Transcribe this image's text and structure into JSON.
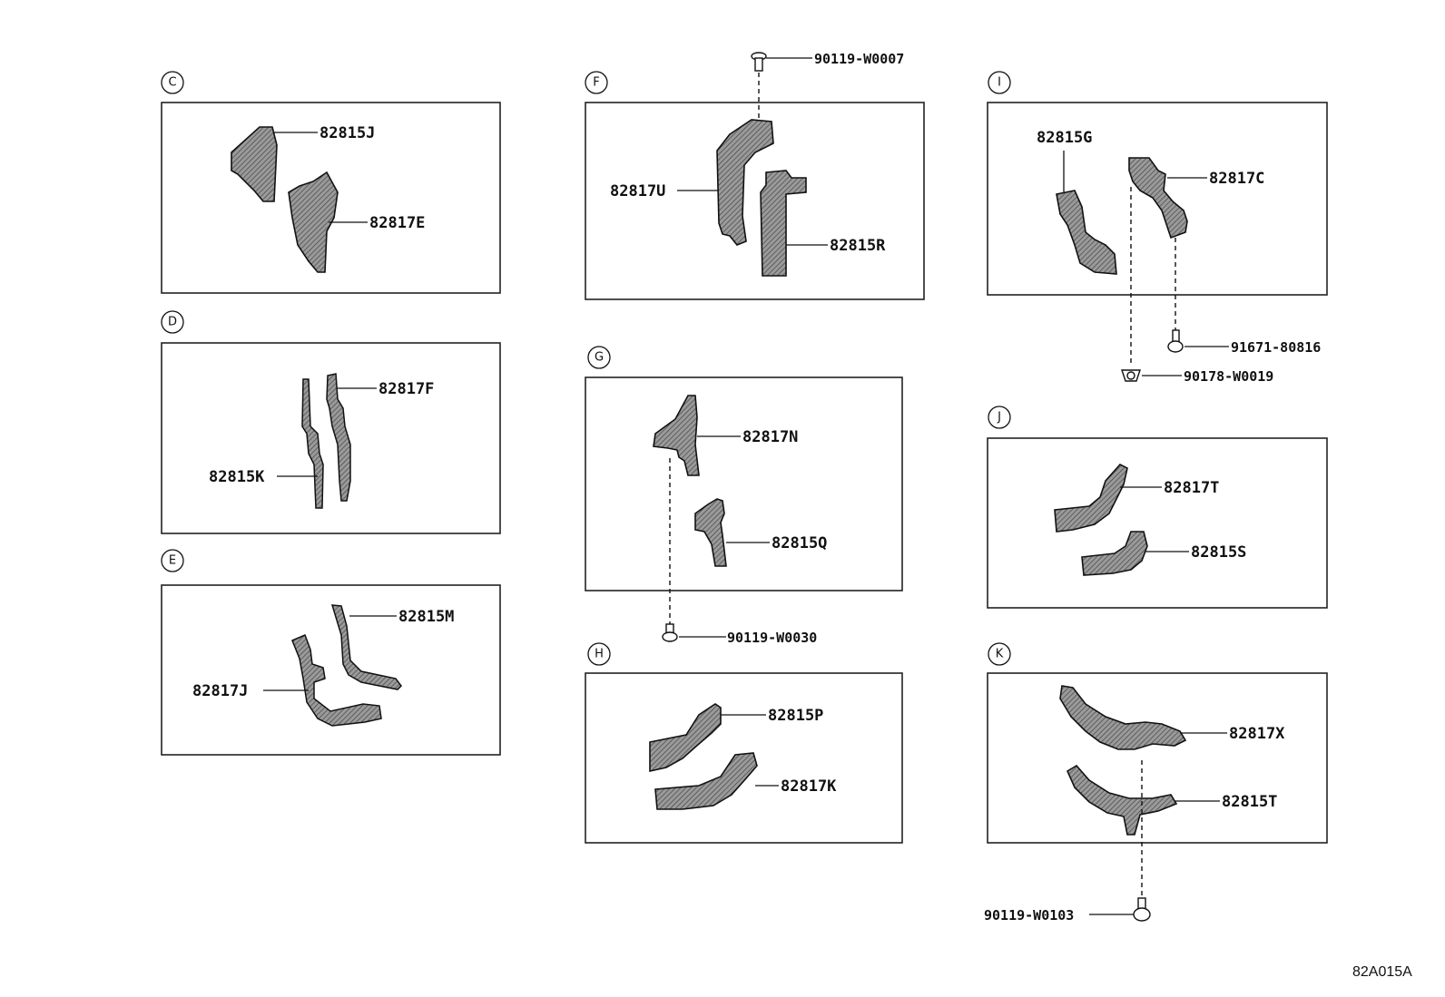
{
  "sections": {
    "C": {
      "letter": "C",
      "parts": [
        "82815J",
        "82817E"
      ]
    },
    "D": {
      "letter": "D",
      "parts": [
        "82817F",
        "82815K"
      ]
    },
    "E": {
      "letter": "E",
      "parts": [
        "82815M",
        "82817J"
      ]
    },
    "F": {
      "letter": "F",
      "parts": [
        "82817U",
        "82815R"
      ],
      "fasteners": [
        "90119-W0007"
      ]
    },
    "G": {
      "letter": "G",
      "parts": [
        "82817N",
        "82815Q"
      ],
      "fasteners": [
        "90119-W0030"
      ]
    },
    "H": {
      "letter": "H",
      "parts": [
        "82815P",
        "82817K"
      ]
    },
    "I": {
      "letter": "I",
      "parts": [
        "82815G",
        "82817C"
      ],
      "fasteners": [
        "91671-80816",
        "90178-W0019"
      ]
    },
    "J": {
      "letter": "J",
      "parts": [
        "82817T",
        "82815S"
      ]
    },
    "K": {
      "letter": "K",
      "parts": [
        "82817X",
        "82815T"
      ],
      "fasteners": [
        "90119-W0103"
      ]
    }
  },
  "diagram_code": "82A015A"
}
